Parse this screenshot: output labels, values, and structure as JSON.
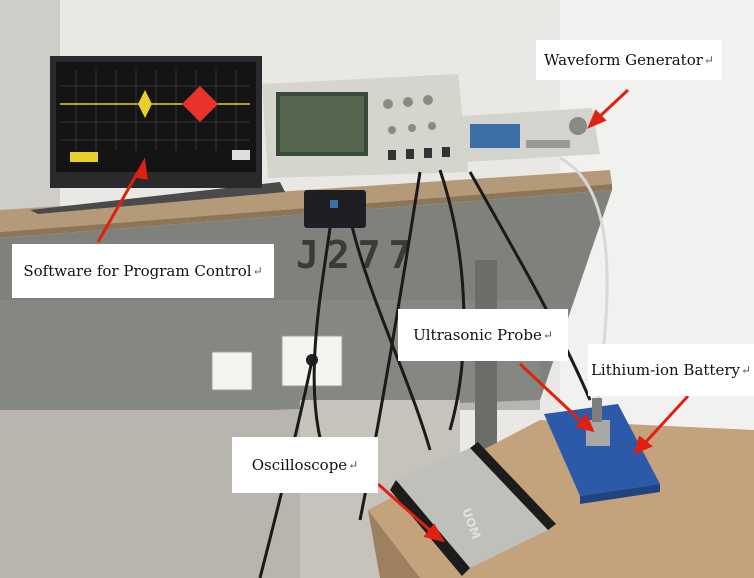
{
  "labels": {
    "waveform_generator": "Waveform Generator",
    "software": "Software for Program Control",
    "ultrasonic_probe": "Ultrasonic Probe",
    "battery": "Lithium-ion Battery",
    "oscilloscope": "Oscilloscope",
    "return_mark": "↵"
  },
  "photo_text": {
    "room_number": "J277",
    "oscilloscope_brand": "UOM"
  },
  "colors": {
    "arrow": "#e02010",
    "wall": "#ececec",
    "desk": "#7d7f7a",
    "shelf": "#b49a78",
    "battery": "#2c5aa8",
    "laptop_screen": "#141414",
    "signal": "#e8d02a",
    "signal_burst_2": "#e8332a"
  }
}
